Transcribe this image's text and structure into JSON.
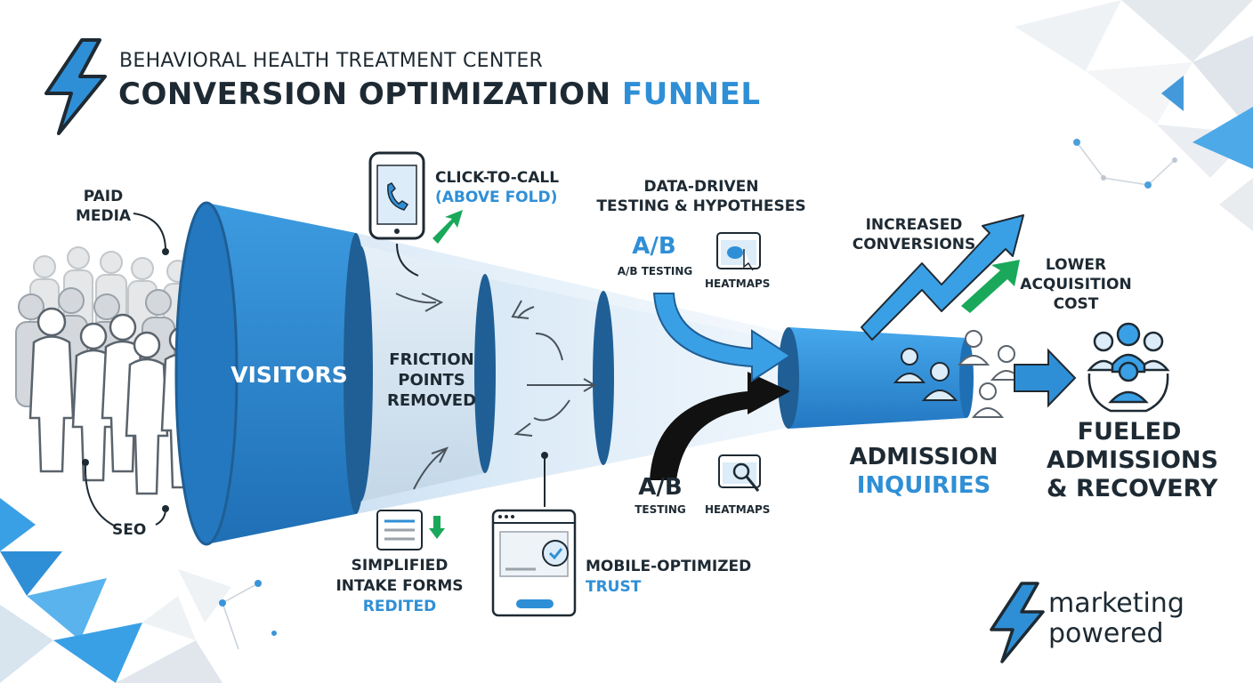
{
  "header": {
    "subtitle": "BEHAVIORAL HEALTH TREATMENT CENTER",
    "title_main": "CONVERSION OPTIMIZATION",
    "title_accent": "FUNNEL"
  },
  "sources": {
    "paid_media": [
      "PAID",
      "MEDIA"
    ],
    "seo": "SEO"
  },
  "funnel": {
    "visitors": "VISITORS",
    "friction": [
      "FRICTION",
      "POINTS",
      "REMOVED"
    ]
  },
  "callouts": {
    "click_to_call": {
      "line1": "CLICK-TO-CALL",
      "line2": "(ABOVE FOLD)"
    },
    "data_driven": [
      "DATA-DRIVEN",
      "TESTING & HYPOTHESES"
    ],
    "ab_top": {
      "big": "A/B",
      "small": "A/B TESTING"
    },
    "heatmaps_top": "HEATMAPS",
    "ab_bottom": {
      "big": "A/B",
      "small": "TESTING"
    },
    "heatmaps_bottom": "HEATMAPS",
    "intake": {
      "line1": "SIMPLIFIED",
      "line2": "INTAKE FORMS",
      "line3": "REDITED"
    },
    "mobile": {
      "line1": "MOBILE-OPTIMIZED",
      "line2": "TRUST"
    }
  },
  "results": {
    "increased": [
      "INCREASED",
      "CONVERSIONS"
    ],
    "lower_cost": [
      "LOWER",
      "ACQUISITION",
      "COST"
    ],
    "admission": {
      "line1": "ADMISSION",
      "line2": "INQUIRIES"
    },
    "fueled": [
      "FUELED",
      "ADMISSIONS",
      "& RECOVERY"
    ]
  },
  "brand": {
    "line1": "marketing",
    "line2": "powered"
  },
  "colors": {
    "primary_blue": "#2f8fd6",
    "dark_blue": "#1f5f95",
    "navy": "#1e2a33",
    "green": "#1aa85a",
    "light_blue": "#dcecf8"
  },
  "icons": [
    "lightning-bolt-icon",
    "phone-icon",
    "heatmap-icon",
    "form-icon",
    "trust-badge-icon",
    "people-icon",
    "crowd-icon",
    "hands-people-icon"
  ]
}
